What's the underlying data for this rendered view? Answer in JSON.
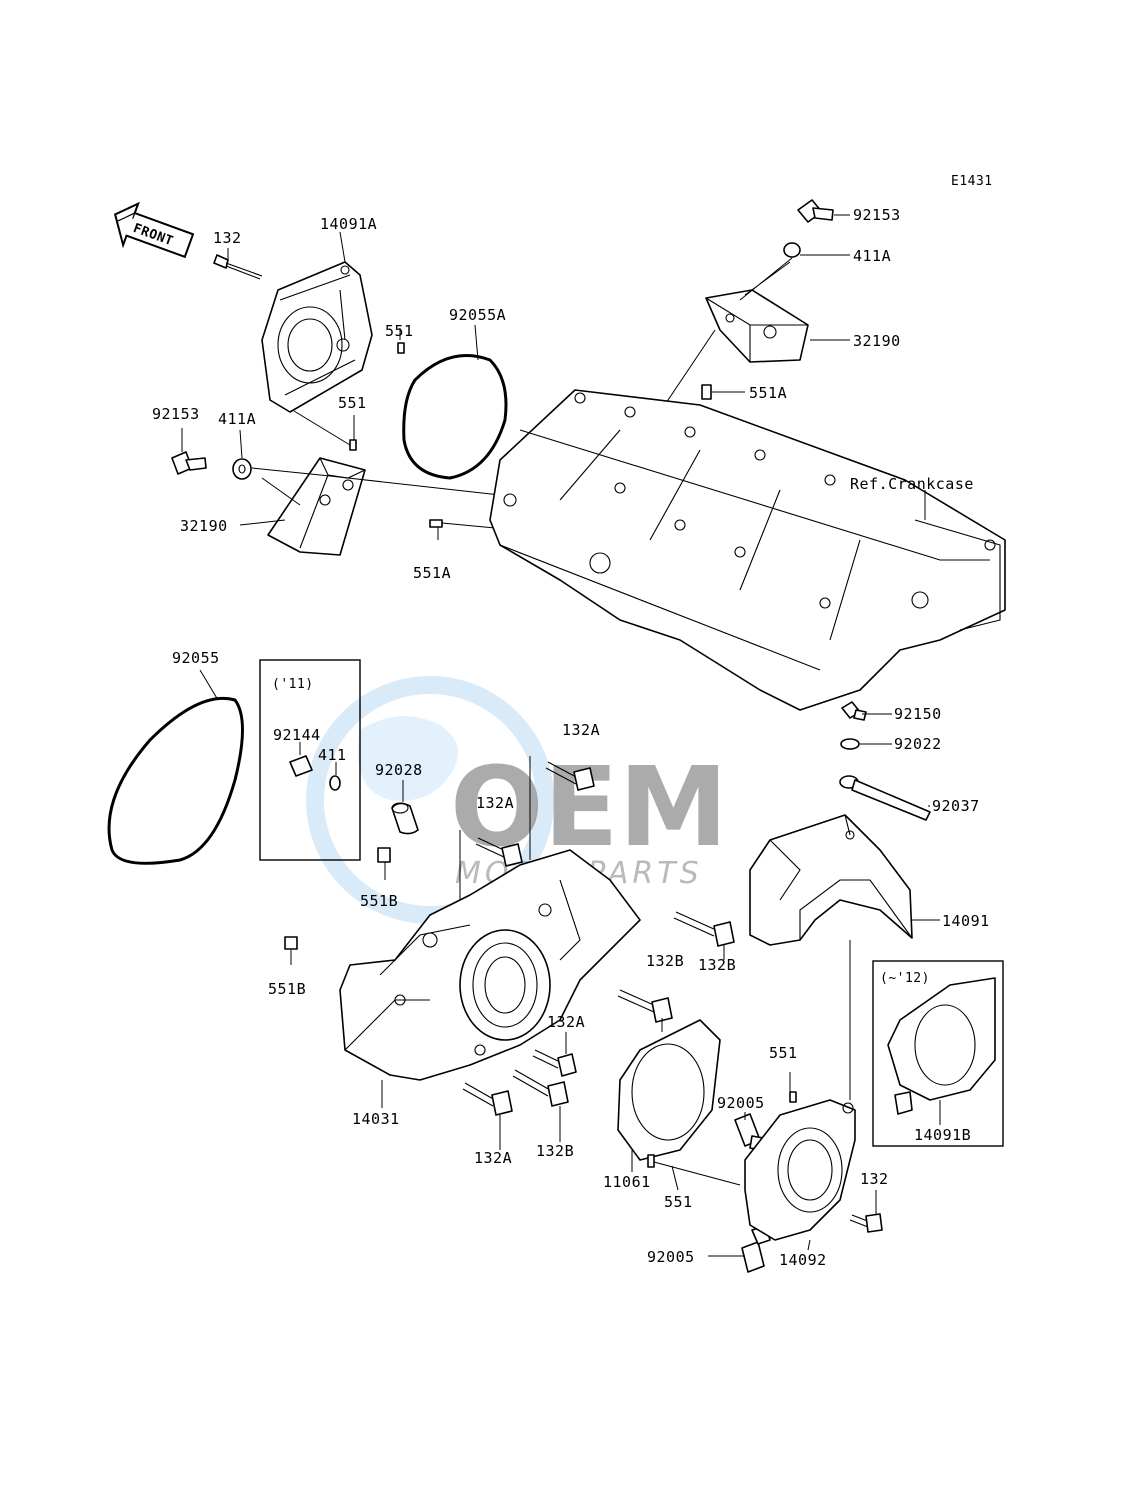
{
  "diagram_code": "E1431",
  "front_label": "FRONT",
  "ref_label": "Ref.Crankcase",
  "group_11_label": "('11)",
  "group_12_label": "(~'12)",
  "watermark": {
    "main": "OEM",
    "sub": "MOTORPARTS",
    "color_ring": "#cfe6f7",
    "color_text": "#8f8f8f"
  },
  "labels": {
    "l_92153_top": "92153",
    "l_411A_top": "411A",
    "l_32190_right": "32190",
    "l_551A_right": "551A",
    "l_132_top": "132",
    "l_14091A": "14091A",
    "l_551_a": "551",
    "l_551_b": "551",
    "l_92055A": "92055A",
    "l_92153_left": "92153",
    "l_411A_left": "411A",
    "l_32190_left": "32190",
    "l_551A_left": "551A",
    "l_92055": "92055",
    "l_92144": "92144",
    "l_411": "411",
    "l_92028": "92028",
    "l_132A_1": "132A",
    "l_132A_2": "132A",
    "l_551B_1": "551B",
    "l_551B_2": "551B",
    "l_92150": "92150",
    "l_92022": "92022",
    "l_92037": "92037",
    "l_14091": "14091",
    "l_132B_1": "132B",
    "l_132B_2": "132B",
    "l_132A_3": "132A",
    "l_14031": "14031",
    "l_132A_4": "132A",
    "l_132B_3": "132B",
    "l_551_c": "551",
    "l_92005_a": "92005",
    "l_11061": "11061",
    "l_551_d": "551",
    "l_92005_b": "92005",
    "l_14092": "14092",
    "l_132_bottom": "132",
    "l_14091B": "14091B"
  }
}
